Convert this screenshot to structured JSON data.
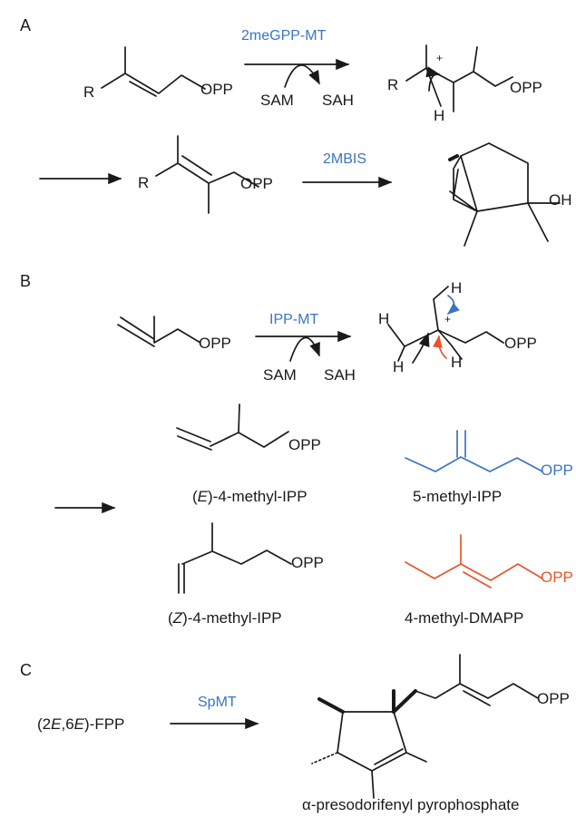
{
  "sections": {
    "a": "A",
    "b": "B",
    "c": "C"
  },
  "atoms": {
    "R": "R",
    "OPP": "OPP",
    "OH": "OH",
    "H": "H",
    "plus": "+",
    "SAM": "SAM",
    "SAH": "SAH"
  },
  "enzymes": {
    "a1": "2meGPP-MT",
    "a2": "2MBIS",
    "b": "IPP-MT",
    "c": "SpMT"
  },
  "products_b": {
    "e_open": "(",
    "e_letter": "E",
    "e_rest": ")-4-methyl-IPP",
    "five": "5-methyl-IPP",
    "z_open": "(",
    "z_letter": "Z",
    "z_rest": ")-4-methyl-IPP",
    "dmapp": "4-methyl-DMAPP"
  },
  "section_c": {
    "fpp_pre": "(2",
    "fpp_e1": "E",
    "fpp_mid": ",6",
    "fpp_e2": "E",
    "fpp_post": ")-FPP",
    "product": "α-presodorifenyl pyrophosphate"
  },
  "colors": {
    "enzyme_blue": "#3a74c4",
    "orange": "#e8542a",
    "ink": "#1a1a1a"
  }
}
